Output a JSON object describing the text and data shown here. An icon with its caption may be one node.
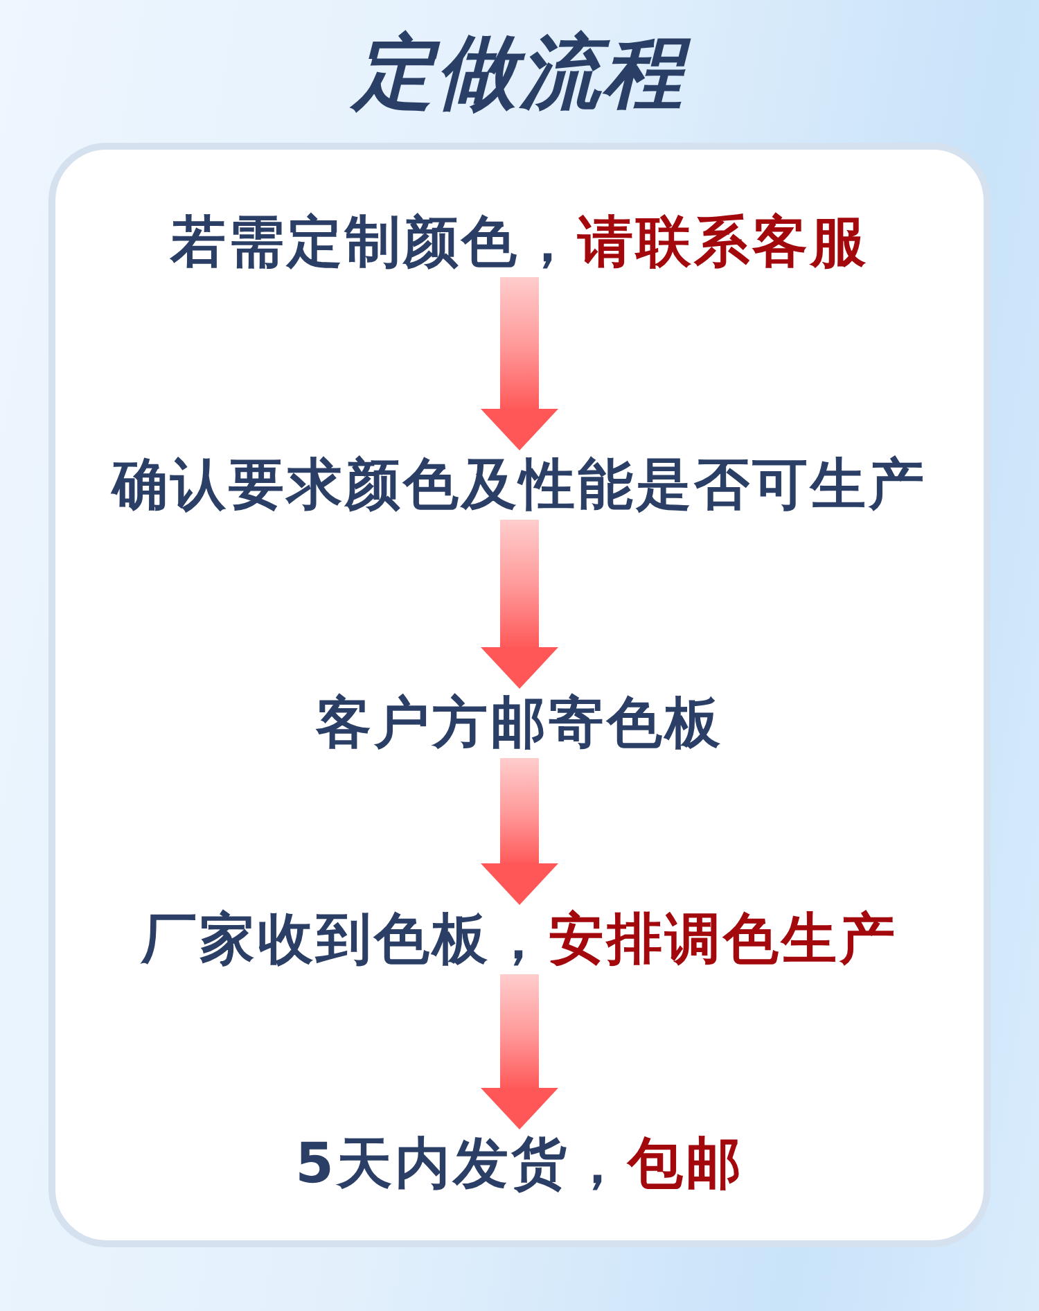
{
  "diagram": {
    "title": "定做流程",
    "nodes": [
      {
        "text": [],
        "shape": "box"
      },
      {
        "text": [
          "若需定制颜色，**请联系客服**"
        ],
        "in": 0
      },
      {
        "text": [
          "确认要求颜色及性能是否可生产"
        ],
        "in": 0
      },
      {
        "text": [
          "客户方邮寄色板"
        ],
        "in": 0
      },
      {
        "text": [
          "厂家收到色板，**安排调色生产**"
        ],
        "in": 0
      },
      {
        "text": [
          "5天内发货，**包邮**"
        ],
        "in": 0
      }
    ],
    "edges": [
      {
        "from": 1,
        "to": 2,
        "arrow": "to"
      },
      {
        "from": 2,
        "to": 3,
        "arrow": "to"
      },
      {
        "from": 3,
        "to": 4,
        "arrow": "to"
      },
      {
        "from": 4,
        "to": 5,
        "arrow": "to"
      }
    ]
  }
}
